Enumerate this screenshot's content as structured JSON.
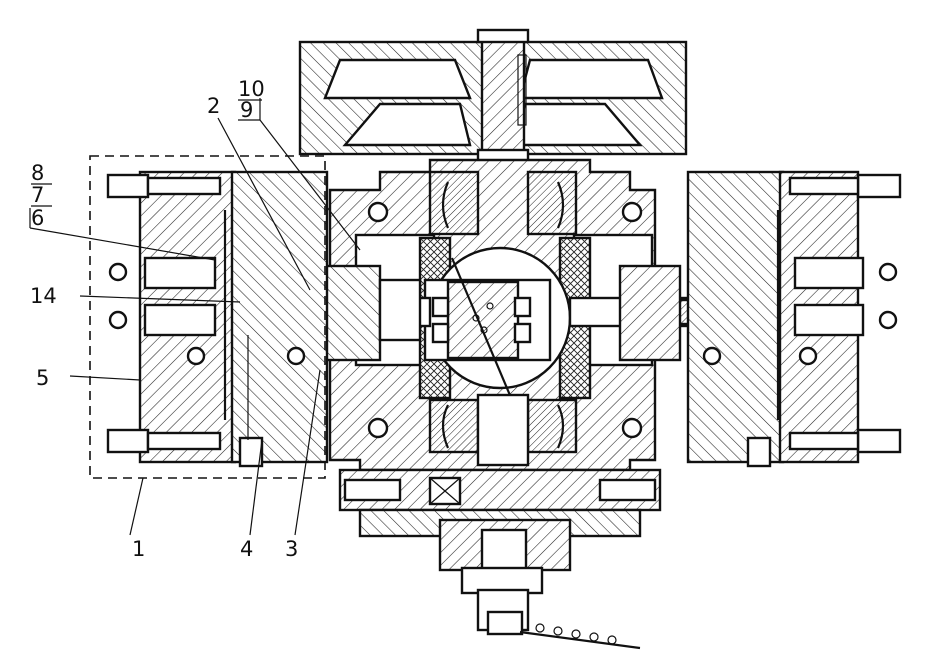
{
  "figure": {
    "callouts": [
      "1",
      "2",
      "3",
      "4",
      "5",
      "6",
      "7",
      "8",
      "9",
      "10",
      "14"
    ]
  },
  "colors": {
    "line": "#111111",
    "background": "#ffffff"
  }
}
